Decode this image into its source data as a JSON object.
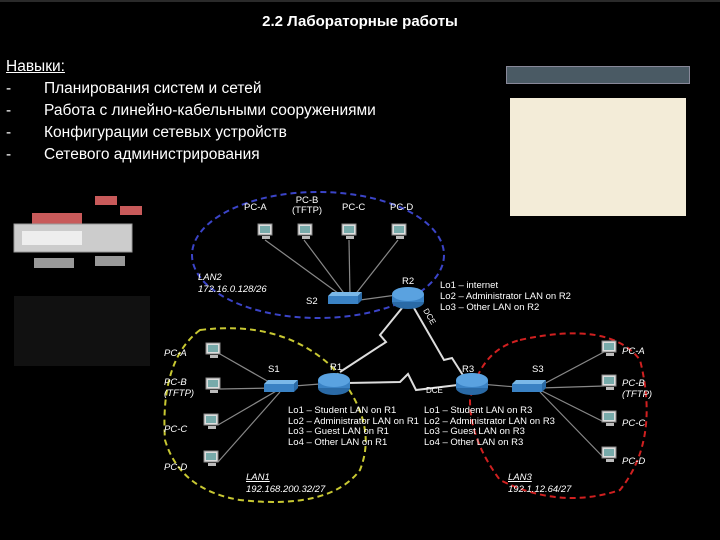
{
  "header": {
    "title": "2.2 Лабораторные работы"
  },
  "skills": {
    "heading": "Навыки:",
    "dash": "-",
    "items": [
      "Планирования систем и сетей",
      "Работа с линейно-кабельными сооружениями",
      "Конфигурации сетевых устройств",
      "Сетевого администрирования"
    ]
  },
  "diagram": {
    "top_pcs": [
      "PC-A",
      "PC-B\n(TFTP)",
      "PC-C",
      "PC-D"
    ],
    "lan2": {
      "name": "LAN2",
      "net": "172.16.0.128/26"
    },
    "lan1": {
      "name": "LAN1",
      "net": "192.168.200.32/27"
    },
    "lan3": {
      "name": "LAN3",
      "net": "192.1.12.64/27"
    },
    "devices": {
      "s2": "S2",
      "r2": "R2",
      "s1": "S1",
      "r1": "R1",
      "r3": "R3",
      "s3": "S3"
    },
    "dce": "DCE",
    "r2_loops": [
      "Lo1 – internet",
      "Lo2 – Administrator LAN on R2",
      "Lo3 – Other LAN on R2"
    ],
    "r1_loops": [
      "Lo1 – Student LAN on R1",
      "Lo2 – Administrator LAN on R1",
      "Lo3 – Guest LAN on R1",
      "Lo4 – Other LAN on R1"
    ],
    "r3_loops": [
      "Lo1 – Student LAN on R3",
      "Lo2 – Administrator LAN on R3",
      "Lo3 – Guest LAN on R3",
      "Lo4 – Other LAN on R3"
    ],
    "left_pcs": [
      "PC-A",
      "PC-B",
      "(TFTP)",
      "PC-C",
      "PC-D"
    ],
    "right_pcs": [
      "PC-A",
      "PC-B",
      "(TFTP)",
      "PC-C",
      "PC-D"
    ],
    "colors": {
      "lan2": "#3b44c8",
      "lan1": "#c8c832",
      "lan3": "#d02020",
      "serial": "#e0e0e0"
    }
  }
}
